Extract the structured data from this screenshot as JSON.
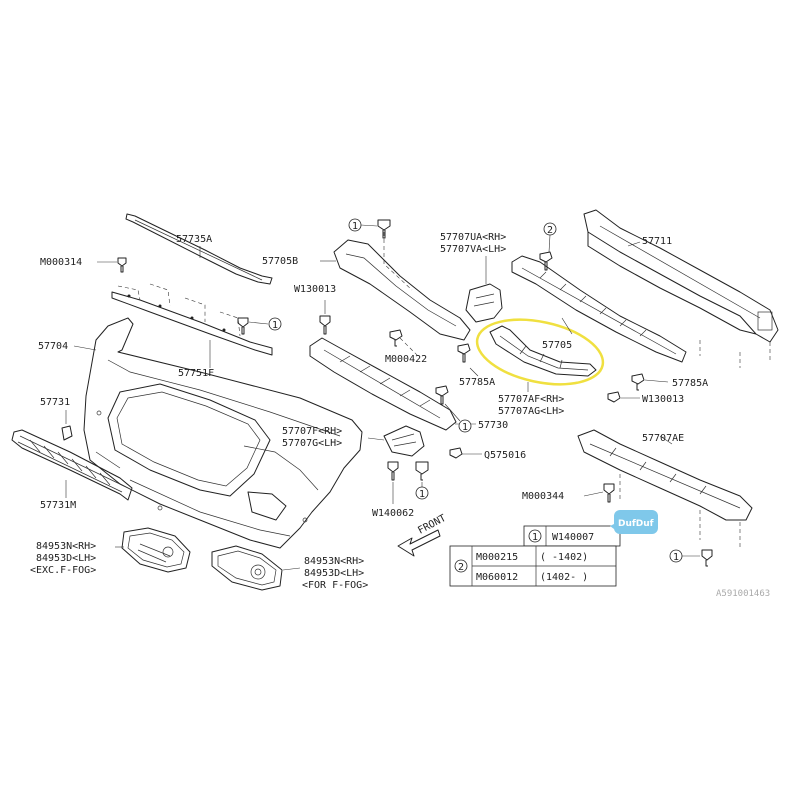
{
  "labels": {
    "p57735A": "57735A",
    "m000314": "M000314",
    "p57704": "57704",
    "p57751F": "57751F",
    "p57731": "57731",
    "p57731M": "57731M",
    "p84953N_a": "84953N<RH>",
    "p84953D_a": "84953D<LH>",
    "exc_ffog": "<EXC.F-FOG>",
    "p84953N_b": "84953N<RH>",
    "p84953D_b": "84953D<LH>",
    "for_ffog": "<FOR F-FOG>",
    "p57705B": "57705B",
    "w130013_a": "W130013",
    "m000422": "M000422",
    "p57707UA": "57707UA<RH>",
    "p57707VA": "57707VA<LH>",
    "p57785A_a": "57785A",
    "p57705": "57705",
    "p57707AF": "57707AF<RH>",
    "p57707AG": "57707AG<LH>",
    "p57730": "57730",
    "p57707F": "57707F<RH>",
    "p57707G": "57707G<LH>",
    "q575016": "Q575016",
    "w140062": "W140062",
    "front": "FRONT",
    "p57711": "57711",
    "p57785A_b": "57785A",
    "w130013_b": "W130013",
    "p57707AE": "57707AE",
    "m000344": "M000344",
    "c1": "1",
    "c2": "2",
    "image_code": "A591001463"
  },
  "table": {
    "row1": {
      "ref": "1",
      "part": "W140007"
    },
    "row2": {
      "ref": "2",
      "part": "M000215",
      "range": "( -1402)"
    },
    "row3": {
      "part": "M060012",
      "range": "(1402- )"
    }
  },
  "watermark": "DufDuf",
  "highlight_color": "#f0e040"
}
